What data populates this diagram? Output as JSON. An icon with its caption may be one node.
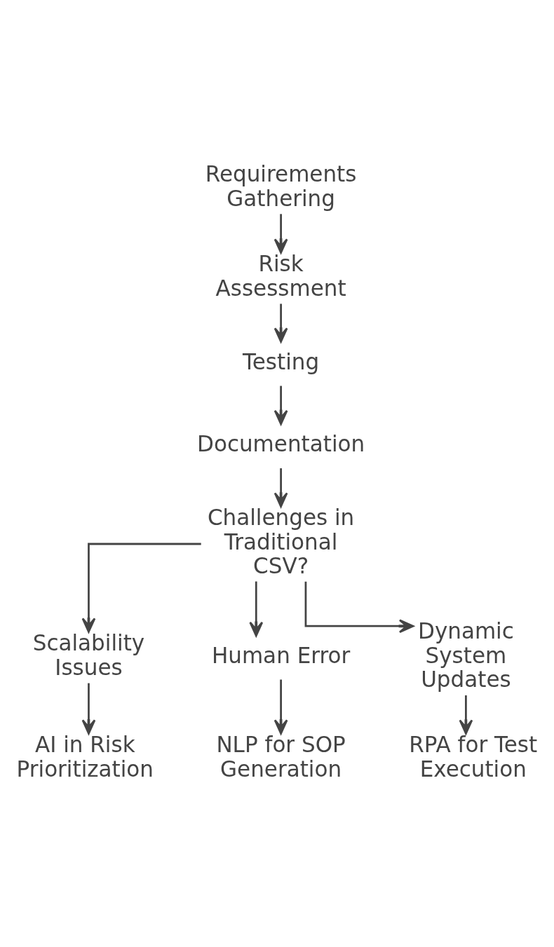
{
  "diagram": {
    "nodes": [
      {
        "text": [
          "Requirements Gathering"
        ]
      },
      {
        "text": [
          "Risk Assessment"
        ]
      },
      {
        "text": [
          "Testing"
        ]
      },
      {
        "text": [
          "Documentation"
        ]
      },
      {
        "text": [
          "Challenges in Traditional CSV?"
        ]
      },
      {
        "text": [
          "Scalability Issues"
        ]
      },
      {
        "text": [
          "Human Error"
        ]
      },
      {
        "text": [
          "Dynamic System Updates"
        ]
      },
      {
        "text": [
          "AI in Risk Prioritization"
        ]
      },
      {
        "text": [
          "NLP for SOP Generation"
        ]
      },
      {
        "text": [
          "RPA for Test Execution"
        ]
      }
    ],
    "edges": [
      {
        "from": 0,
        "to": 1,
        "arrow": "to"
      },
      {
        "from": 1,
        "to": 2,
        "arrow": "to"
      },
      {
        "from": 2,
        "to": 3,
        "arrow": "to"
      },
      {
        "from": 3,
        "to": 4,
        "arrow": "to"
      },
      {
        "from": 4,
        "to": 5,
        "arrow": "to"
      },
      {
        "from": 4,
        "to": 6,
        "arrow": "to"
      },
      {
        "from": 4,
        "to": 7,
        "arrow": "to"
      },
      {
        "from": 5,
        "to": 8,
        "arrow": "to"
      },
      {
        "from": 6,
        "to": 9,
        "arrow": "to"
      },
      {
        "from": 7,
        "to": 10,
        "arrow": "to"
      }
    ]
  }
}
